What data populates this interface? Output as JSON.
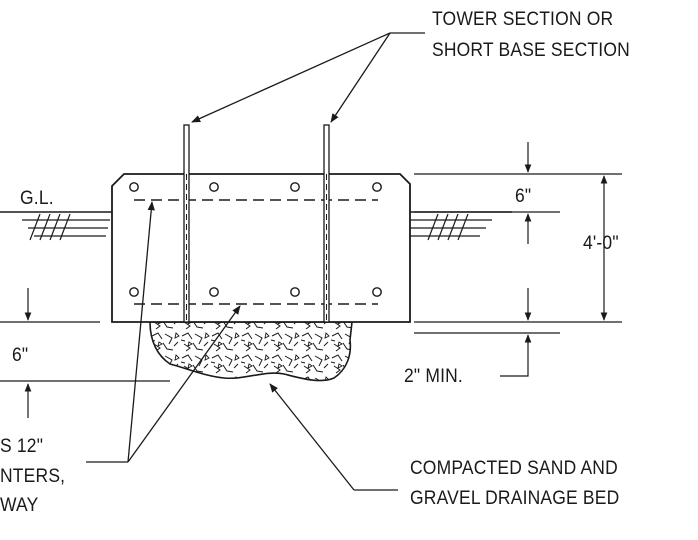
{
  "labels": {
    "tower_line1": "TOWER SECTION OR",
    "tower_line2": "SHORT BASE SECTION",
    "gl": "G.L.",
    "dim_top": "6\"",
    "dim_total": "4'-0\"",
    "dim_bottom": "6\"",
    "dim_bed": "2\" MIN.",
    "rebar_line1": "S 12\"",
    "rebar_line2": "NTERS,",
    "rebar_line3": "WAY",
    "bed_line1": "COMPACTED SAND AND",
    "bed_line2": "GRAVEL DRAINAGE BED"
  },
  "colors": {
    "line": "#1a1a1a",
    "background": "#ffffff"
  }
}
